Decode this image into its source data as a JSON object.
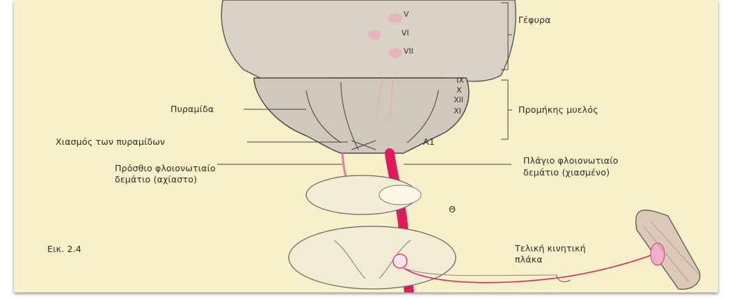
{
  "labels": {
    "gefyra": "Γέφυρα",
    "pyramida": "Πυραμίδα",
    "promikis": "Προμήκης μυελός",
    "chiasmos": "Χιασμός των πυραμίδων",
    "a1": "A1",
    "prosthio_line1": "Πρόσθιο φλοιονωτιαίο",
    "prosthio_line2": "δεμάτιο (αχίαστο)",
    "plagio_line1": "Πλάγιο φλοιονωτιαίο",
    "plagio_line2": "δεμάτιο (χιασμένο)",
    "theta": "Θ",
    "eik": "Εικ. 2.4",
    "teliki_line1": "Τελική κινητική",
    "teliki_line2": "πλάκα"
  },
  "nerves": [
    "V",
    "VI",
    "VII",
    "IX",
    "X",
    "XII",
    "XI"
  ],
  "colors": {
    "paper": "#f7f0c9",
    "tract": "#e01a5c",
    "tract_light": "#ef7aa0",
    "outline": "#4a4a4a",
    "brainstem": "#d8d2c4"
  }
}
